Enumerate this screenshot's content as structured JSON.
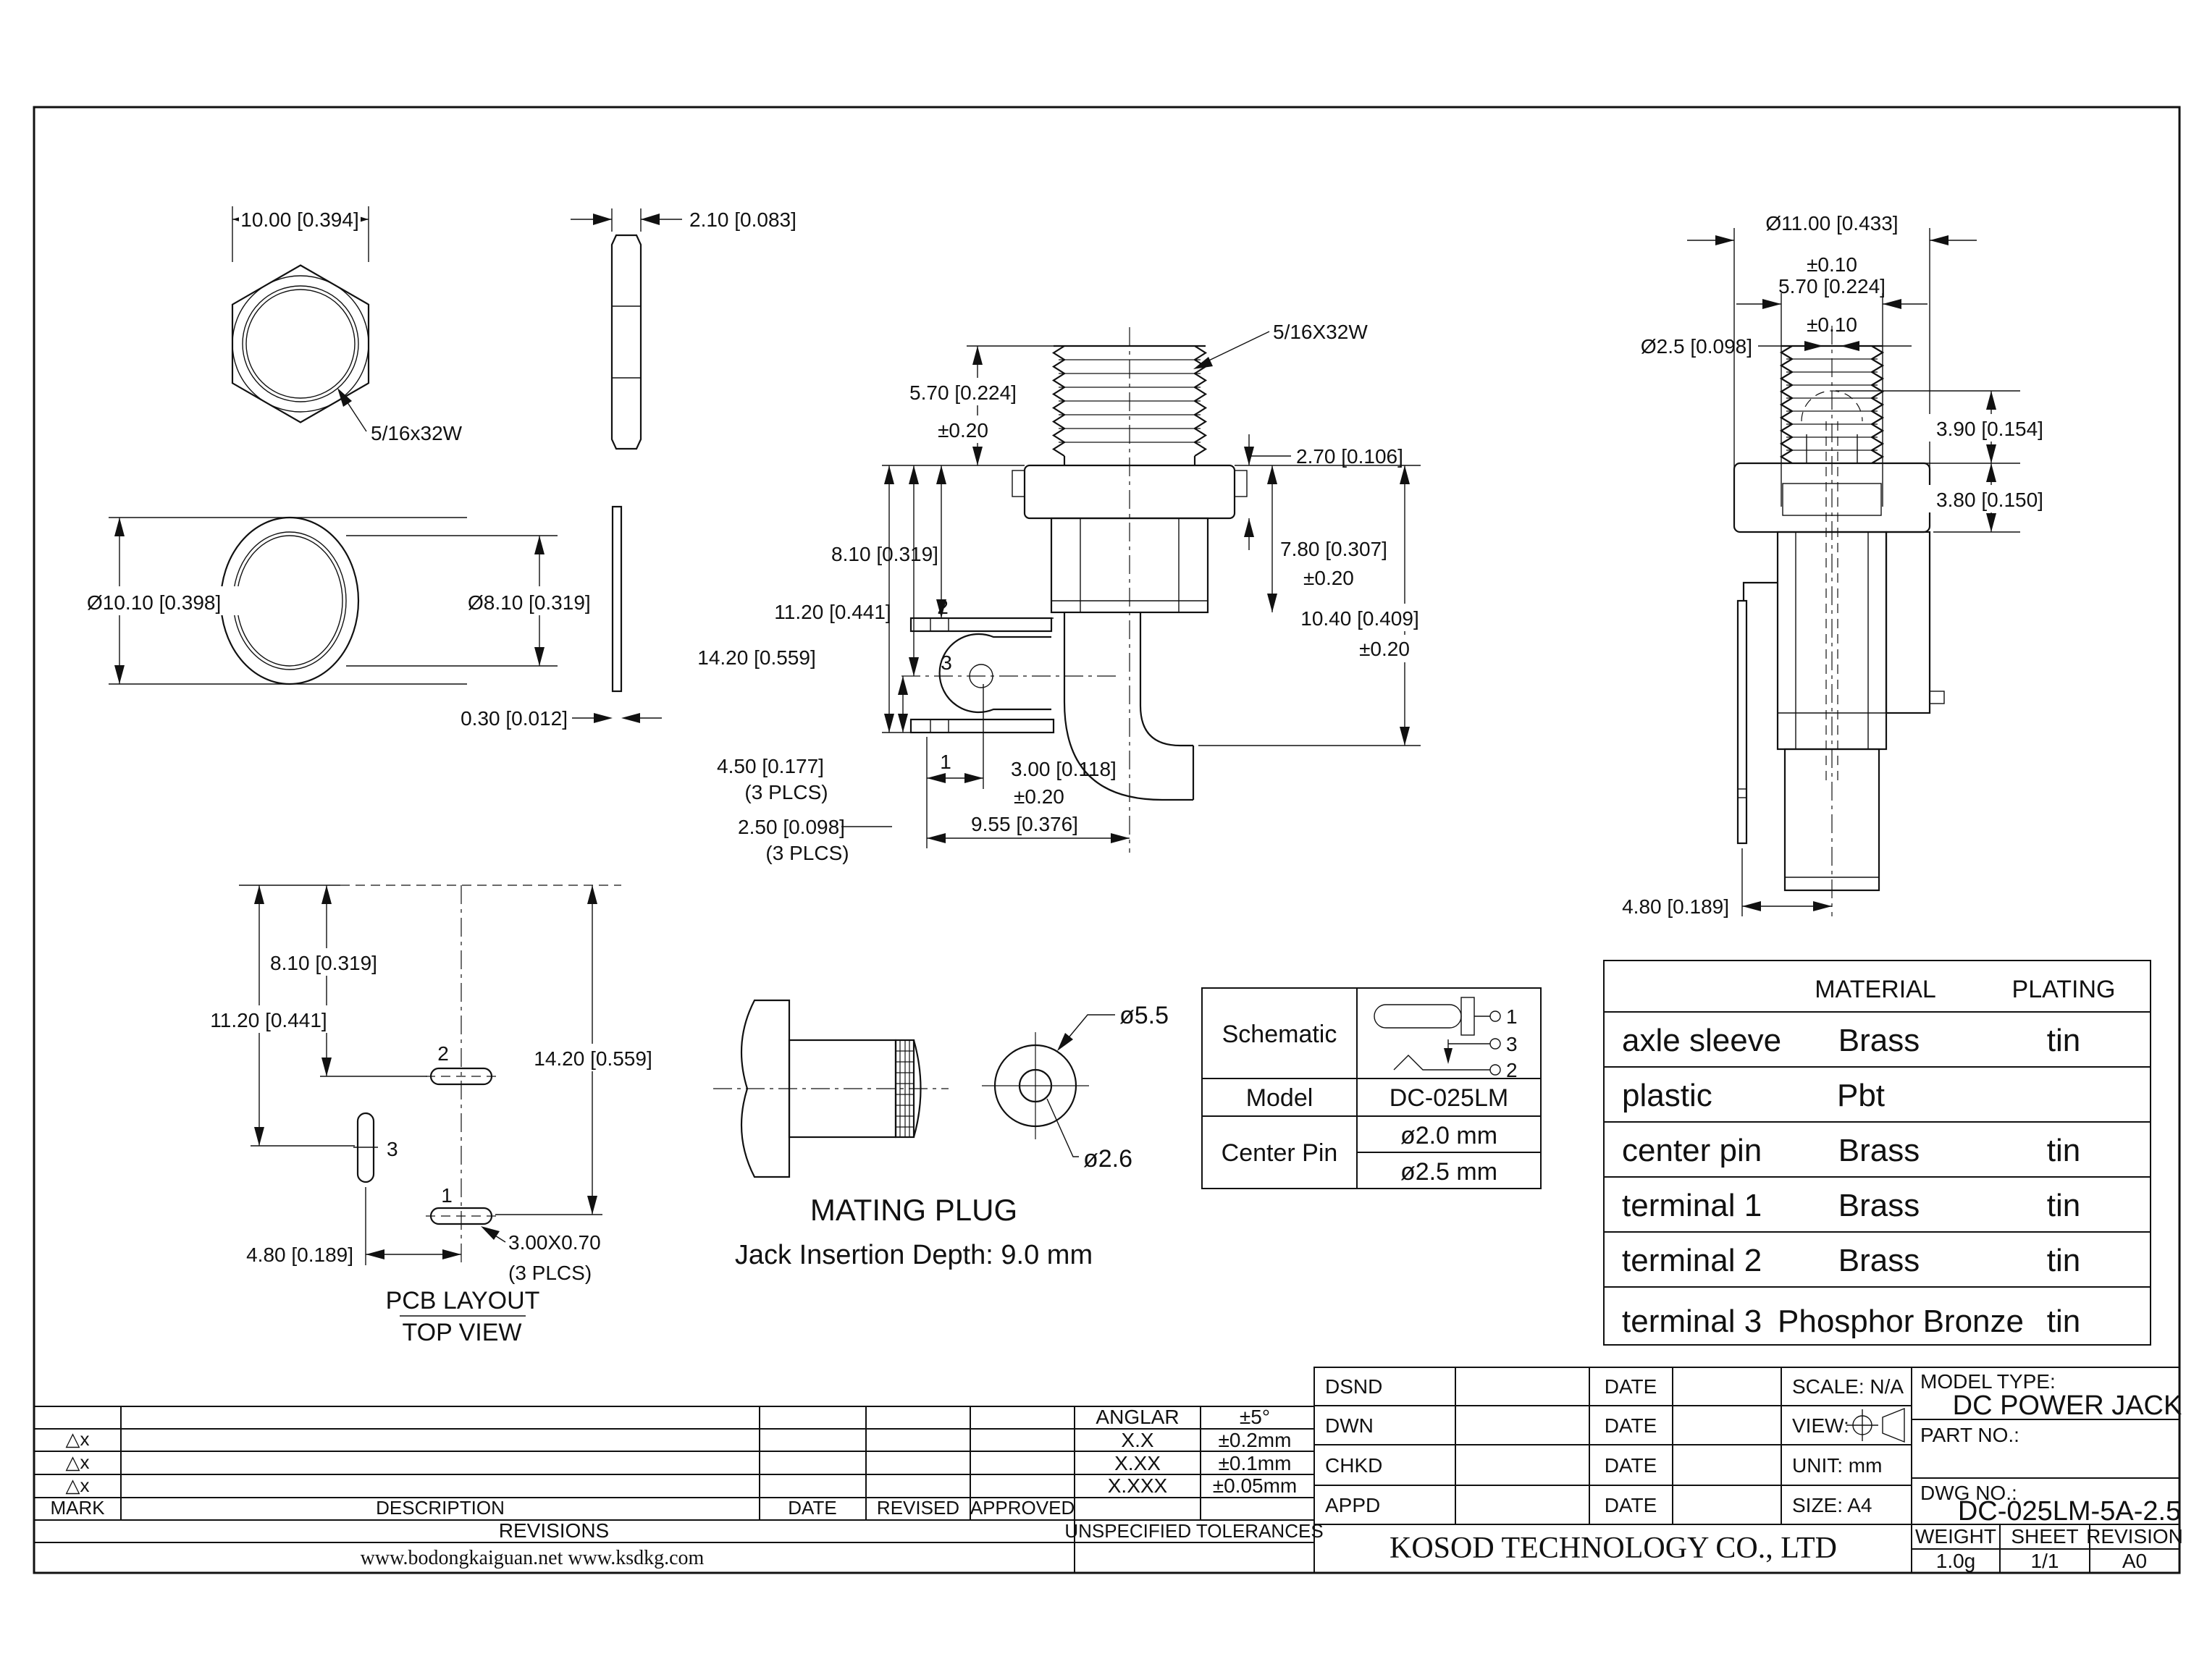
{
  "views": {
    "hex": {
      "dim_width": "10.00 [0.394]",
      "thread": "5/16x32W"
    },
    "nutside": {
      "dim": "2.10 [0.083]"
    },
    "washer": {
      "od": "Ø10.10 [0.398]",
      "id": "Ø8.10 [0.319]",
      "thk": "0.30 [0.012]"
    },
    "sec": {
      "thread": "5/16X32W",
      "d570": "5.70 [0.224]",
      "d570t": "±0.20",
      "d270": "2.70 [0.106]",
      "d810": "8.10 [0.319]",
      "d1120": "11.20 [0.441]",
      "d1420": "14.20 [0.559]",
      "d780": "7.80 [0.307]",
      "d780t": "±0.20",
      "d1040": "10.40 [0.409]",
      "d1040t": "±0.20",
      "d450": "4.50 [0.177]",
      "d450n": "(3 PLCS)",
      "d250": "2.50 [0.098]",
      "d250n": "(3 PLCS)",
      "d300": "3.00 [0.118]",
      "d300t": "±0.20",
      "d955": "9.55 [0.376]",
      "t1": "1",
      "t2": "2",
      "t3": "3"
    },
    "side": {
      "od": "Ø11.00 [0.433]",
      "odt": "±0.10",
      "flats": "5.70 [0.224]",
      "flatst": "±0.10",
      "pin": "Ø2.5 [0.098]",
      "d390": "3.90 [0.154]",
      "d380": "3.80 [0.150]",
      "d480": "4.80 [0.189]"
    },
    "pcb": {
      "d810": "8.10 [0.319]",
      "d1120": "11.20 [0.441]",
      "d1420": "14.20 [0.559]",
      "d480": "4.80 [0.189]",
      "note1": "3.00X0.70",
      "note2": "(3 PLCS)",
      "p1": "1",
      "p2": "2",
      "p3": "3",
      "title": "PCB LAYOUT",
      "sub": "TOP VIEW"
    },
    "plug": {
      "od": "ø5.5",
      "id": "ø2.6",
      "title": "MATING PLUG",
      "sub": "Jack Insertion Depth: 9.0 mm"
    }
  },
  "spec": {
    "schematic": "Schematic",
    "model": "Model",
    "modelv": "DC-025LM",
    "cp": "Center Pin",
    "cp1": "ø2.0 mm",
    "cp2": "ø2.5 mm",
    "pin1": "1",
    "pin3": "3",
    "pin2": "2"
  },
  "mat": {
    "c2": "MATERIAL",
    "c3": "PLATING",
    "rows": [
      {
        "part": "axle sleeve",
        "material": "Brass",
        "plating": "tin"
      },
      {
        "part": "plastic",
        "material": "Pbt",
        "plating": ""
      },
      {
        "part": "center pin",
        "material": "Brass",
        "plating": "tin"
      },
      {
        "part": "terminal 1",
        "material": "Brass",
        "plating": "tin"
      },
      {
        "part": "terminal 2",
        "material": "Brass",
        "plating": "tin"
      },
      {
        "part": "terminal 3",
        "material": "Phosphor Bronze",
        "plating": "tin"
      }
    ]
  },
  "tb": {
    "dsnd": "DSND",
    "dwn": "DWN",
    "chkd": "CHKD",
    "appd": "APPD",
    "date": "DATE",
    "scale": "SCALE: N/A",
    "view": "VIEW:",
    "unit": "UNIT: mm",
    "size": "SIZE: A4",
    "mtl": "MODEL TYPE:",
    "mt": "DC POWER JACK",
    "pnl": "PART NO.:",
    "dnl": "DWG NO.:",
    "dn": "DC-025LM-5A-2.5",
    "co": "KOSOD TECHNOLOGY CO., LTD",
    "wl": "WEIGHT",
    "w": "1.0g",
    "sl": "SHEET",
    "sh": "1/1",
    "rl": "REVISION",
    "rv": "A0"
  },
  "rev": {
    "mark": "MARK",
    "desc": "DESCRIPTION",
    "date": "DATE",
    "revised": "REVISED",
    "approved": "APPROVED",
    "revisions": "REVISIONS",
    "tri": "△x",
    "web": "www.bodongkaiguan.net      www.ksdkg.com"
  },
  "tol": {
    "title": "UNSPECIFIED TOLERANCES",
    "rows": [
      {
        "label": "ANGLAR",
        "value": "±5°"
      },
      {
        "label": "X.X",
        "value": "±0.2mm"
      },
      {
        "label": "X.XX",
        "value": "±0.1mm"
      },
      {
        "label": "X.XXX",
        "value": "±0.05mm"
      }
    ]
  }
}
